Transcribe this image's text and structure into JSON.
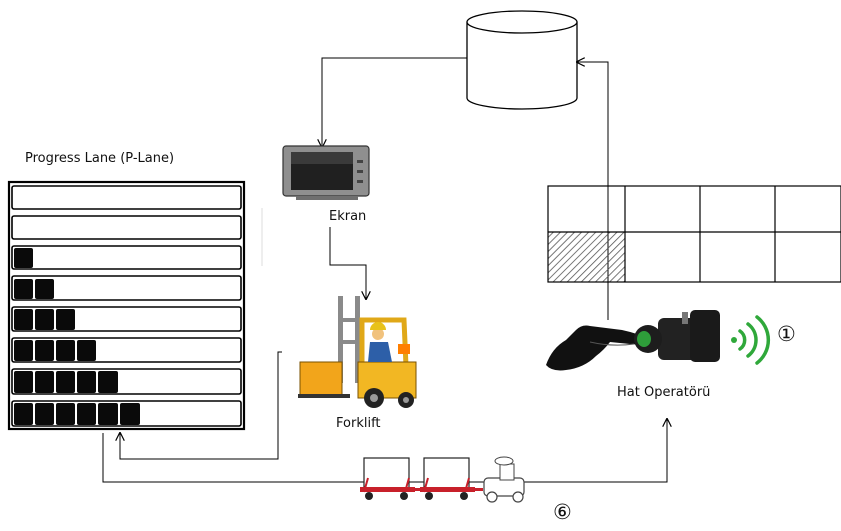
{
  "labels": {
    "plane_title": "Progress Lane (P-Lane)",
    "screen": "Ekran",
    "forklift": "Forklift",
    "operator": "Hat Operatörü"
  },
  "markers": {
    "step1": "①",
    "step6": "⑥"
  },
  "plane": {
    "rows": 8,
    "filled_blocks_per_row": [
      0,
      0,
      1,
      2,
      3,
      4,
      5,
      6
    ]
  },
  "board_grid": {
    "rows": 2,
    "cols": 4,
    "hatched_cell": "row 2, column 1"
  },
  "colors": {
    "line": "#000000",
    "button_green": "#2e9e3a",
    "signal_green": "#2fa83a",
    "forklift_yellow": "#f0b21f",
    "cart_red": "#c8202a"
  }
}
